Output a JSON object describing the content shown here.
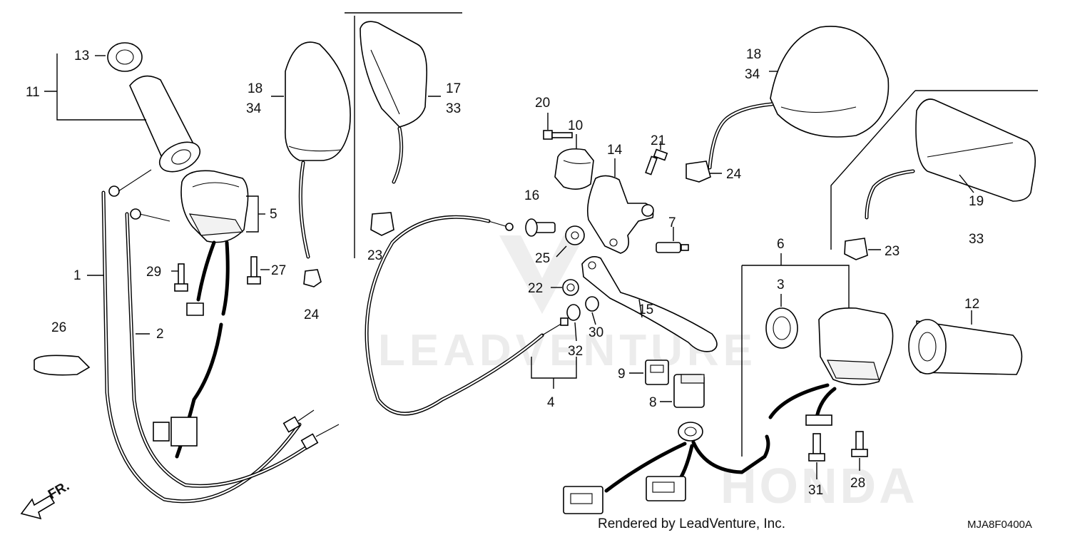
{
  "diagram": {
    "credit": "Rendered by LeadVenture, Inc.",
    "drawing_code": "MJA8F0400A",
    "direction_label": "FR.",
    "watermark_text": "LEADVENTURE",
    "watermark_brand": "HONDA",
    "callouts": [
      {
        "id": "c1",
        "text": "1"
      },
      {
        "id": "c2",
        "text": "2"
      },
      {
        "id": "c3",
        "text": "3"
      },
      {
        "id": "c4",
        "text": "4"
      },
      {
        "id": "c5",
        "text": "5"
      },
      {
        "id": "c6",
        "text": "6"
      },
      {
        "id": "c7",
        "text": "7"
      },
      {
        "id": "c8",
        "text": "8"
      },
      {
        "id": "c9",
        "text": "9"
      },
      {
        "id": "c10",
        "text": "10"
      },
      {
        "id": "c11",
        "text": "11"
      },
      {
        "id": "c12",
        "text": "12"
      },
      {
        "id": "c13",
        "text": "13"
      },
      {
        "id": "c14",
        "text": "14"
      },
      {
        "id": "c15",
        "text": "15"
      },
      {
        "id": "c16",
        "text": "16"
      },
      {
        "id": "c17",
        "text": "17"
      },
      {
        "id": "c33a",
        "text": "33"
      },
      {
        "id": "c18a",
        "text": "18"
      },
      {
        "id": "c34a",
        "text": "34"
      },
      {
        "id": "c18b",
        "text": "18"
      },
      {
        "id": "c34b",
        "text": "34"
      },
      {
        "id": "c19",
        "text": "19"
      },
      {
        "id": "c33b",
        "text": "33"
      },
      {
        "id": "c20",
        "text": "20"
      },
      {
        "id": "c21",
        "text": "21"
      },
      {
        "id": "c22",
        "text": "22"
      },
      {
        "id": "c23a",
        "text": "23"
      },
      {
        "id": "c23b",
        "text": "23"
      },
      {
        "id": "c24a",
        "text": "24"
      },
      {
        "id": "c24b",
        "text": "24"
      },
      {
        "id": "c25",
        "text": "25"
      },
      {
        "id": "c26",
        "text": "26"
      },
      {
        "id": "c27",
        "text": "27"
      },
      {
        "id": "c28",
        "text": "28"
      },
      {
        "id": "c29",
        "text": "29"
      },
      {
        "id": "c30",
        "text": "30"
      },
      {
        "id": "c31",
        "text": "31"
      },
      {
        "id": "c32",
        "text": "32"
      }
    ]
  }
}
